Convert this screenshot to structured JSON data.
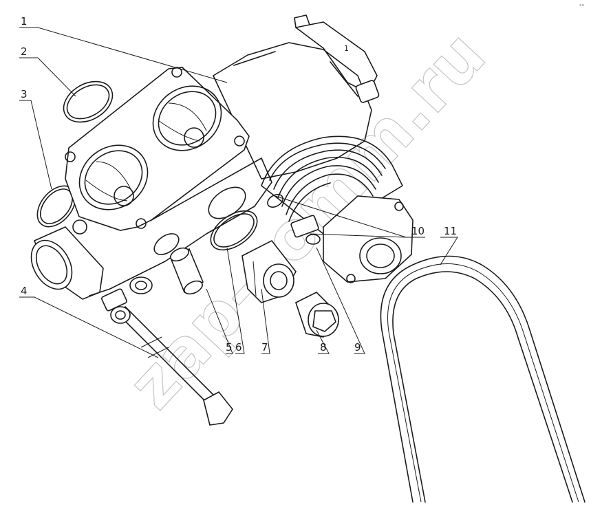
{
  "watermark": "zap-comm.ru",
  "callouts": [
    "1",
    "2",
    "3",
    "4",
    "5",
    "6",
    "7",
    "8",
    "9",
    "10",
    "11",
    "1"
  ],
  "corner_mark": "--"
}
